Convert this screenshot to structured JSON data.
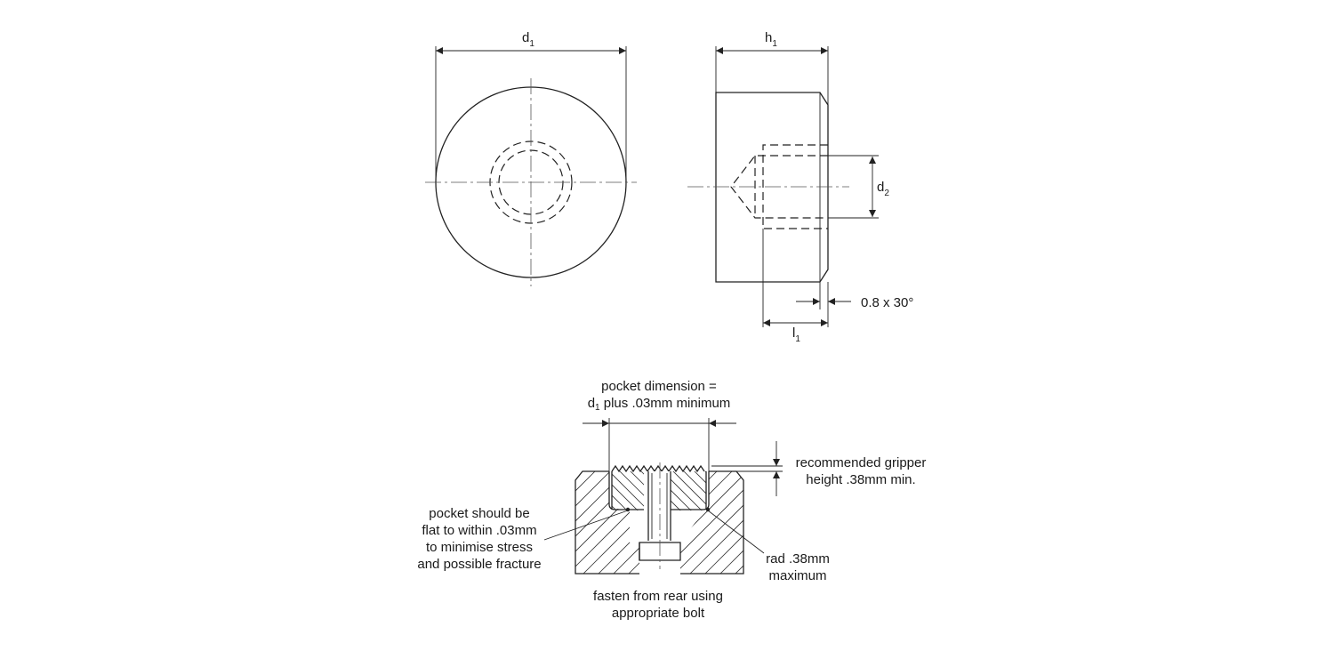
{
  "dimensions": {
    "d1": {
      "main": "d",
      "sub": "1"
    },
    "h1": {
      "main": "h",
      "sub": "1"
    },
    "d2": {
      "main": "d",
      "sub": "2"
    },
    "l1": {
      "main": "l",
      "sub": "1"
    },
    "chamfer": "0.8 x 30°"
  },
  "notes": {
    "pocket_dimension": {
      "line1": "pocket dimension =",
      "line2_sym": "d",
      "line2_sub": "1",
      "line2_rest": " plus .03mm minimum"
    },
    "gripper_height": {
      "line1": "recommended gripper",
      "line2": "height .38mm min."
    },
    "pocket_flat": {
      "line1": "pocket should be",
      "line2": "flat to within .03mm",
      "line3": "to minimise stress",
      "line4": "and possible fracture"
    },
    "radius": {
      "line1": "rad .38mm",
      "line2": "maximum"
    },
    "fasten": {
      "line1": "fasten from rear using",
      "line2": "appropriate bolt"
    }
  }
}
